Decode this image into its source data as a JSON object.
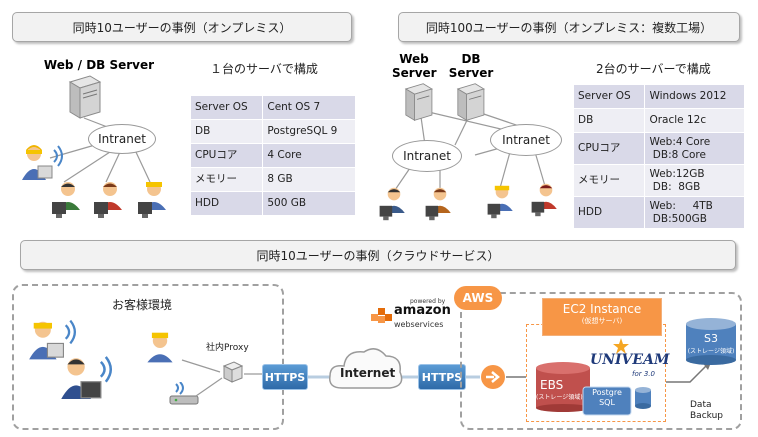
{
  "panels": {
    "case10_onprem": "同時10ユーザーの事例（オンプレミス）",
    "case100_onprem": "同時100ユーザーの事例（オンプレミス：複数工場）",
    "case10_cloud": "同時10ユーザーの事例（クラウドサービス）"
  },
  "left": {
    "server_label": "Web / DB  Server",
    "caption": "１台のサーバで構成",
    "intranet": "Intranet",
    "spec": [
      [
        "Server OS",
        "Cent OS 7"
      ],
      [
        "DB",
        "PostgreSQL 9"
      ],
      [
        "CPUコア",
        "4 Core"
      ],
      [
        "メモリー",
        "8 GB"
      ],
      [
        "HDD",
        "500 GB"
      ]
    ]
  },
  "right": {
    "web_label": [
      "Web",
      "Server"
    ],
    "db_label": [
      "DB",
      "Server"
    ],
    "caption": "2台のサーバーで構成",
    "intranet_1": "Intranet",
    "intranet_2": "Intranet",
    "spec": [
      [
        "Server OS",
        "Windows 2012"
      ],
      [
        "DB",
        "Oracle 12c"
      ],
      [
        "CPUコア",
        "Web:4 Core\n DB:8 Core"
      ],
      [
        "メモリー",
        "Web:12GB\n DB:  8GB"
      ],
      [
        "HDD",
        "Web:     4TB\n DB:500GB"
      ]
    ]
  },
  "cloud": {
    "customer_env": "お客様環境",
    "proxy": "社内Proxy",
    "https_1": "HTTPS",
    "https_2": "HTTPS",
    "internet": "Internet",
    "aws_powered": "powered by",
    "aws_amazon": "amazon",
    "aws_web": "webservices",
    "aws_badge": "AWS",
    "ec2_title": "EC2 Instance",
    "ec2_sub": "(仮想サーバ)",
    "univeam": "UNIVEAM",
    "univeam_ver": "for 3.0",
    "ebs": "EBS",
    "ebs_sub": "(ストレージ領域)",
    "postgre": "Postgre\nSQL",
    "s3": "S3",
    "s3_sub": "(ストレージ領域)",
    "backup": "Data\nBackup"
  },
  "colors": {
    "table_odd": "#d9d9e8",
    "table_even": "#eeeef4",
    "aws_orange": "#f79646",
    "https_blue": "#2e6aa8",
    "ebs_red": "#c0504d",
    "s3_blue": "#4f81bd"
  }
}
